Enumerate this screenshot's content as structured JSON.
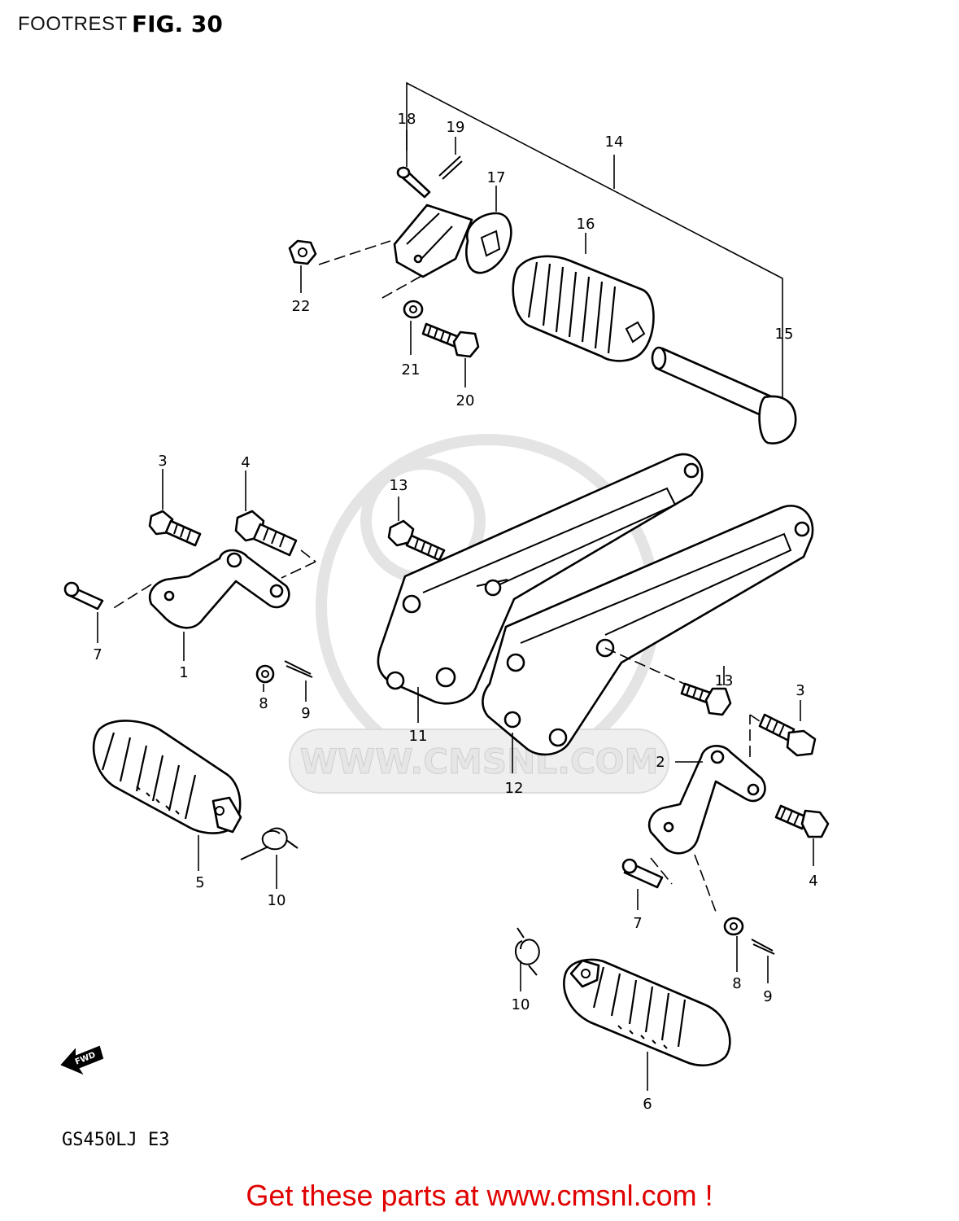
{
  "header": {
    "title": "FOOTREST",
    "figure": "FIG. 30"
  },
  "model_code": "GS450LJ  E3",
  "fwd_label": "FWD",
  "watermark": "WWW.CMSNL.COM",
  "footer_link": "Get these parts at www.cmsnl.com !",
  "callouts": {
    "c18": "18",
    "c19": "19",
    "c14": "14",
    "c17": "17",
    "c16": "16",
    "c22": "22",
    "c15": "15",
    "c21": "21",
    "c20": "20",
    "c3a": "3",
    "c4a": "4",
    "c13a": "13",
    "c7a": "7",
    "c1": "1",
    "c8a": "8",
    "c9a": "9",
    "c11": "11",
    "c12": "12",
    "c13b": "13",
    "c3b": "3",
    "c2": "2",
    "c4b": "4",
    "c5": "5",
    "c10a": "10",
    "c7b": "7",
    "c8b": "8",
    "c9b": "9",
    "c10b": "10",
    "c6": "6"
  }
}
